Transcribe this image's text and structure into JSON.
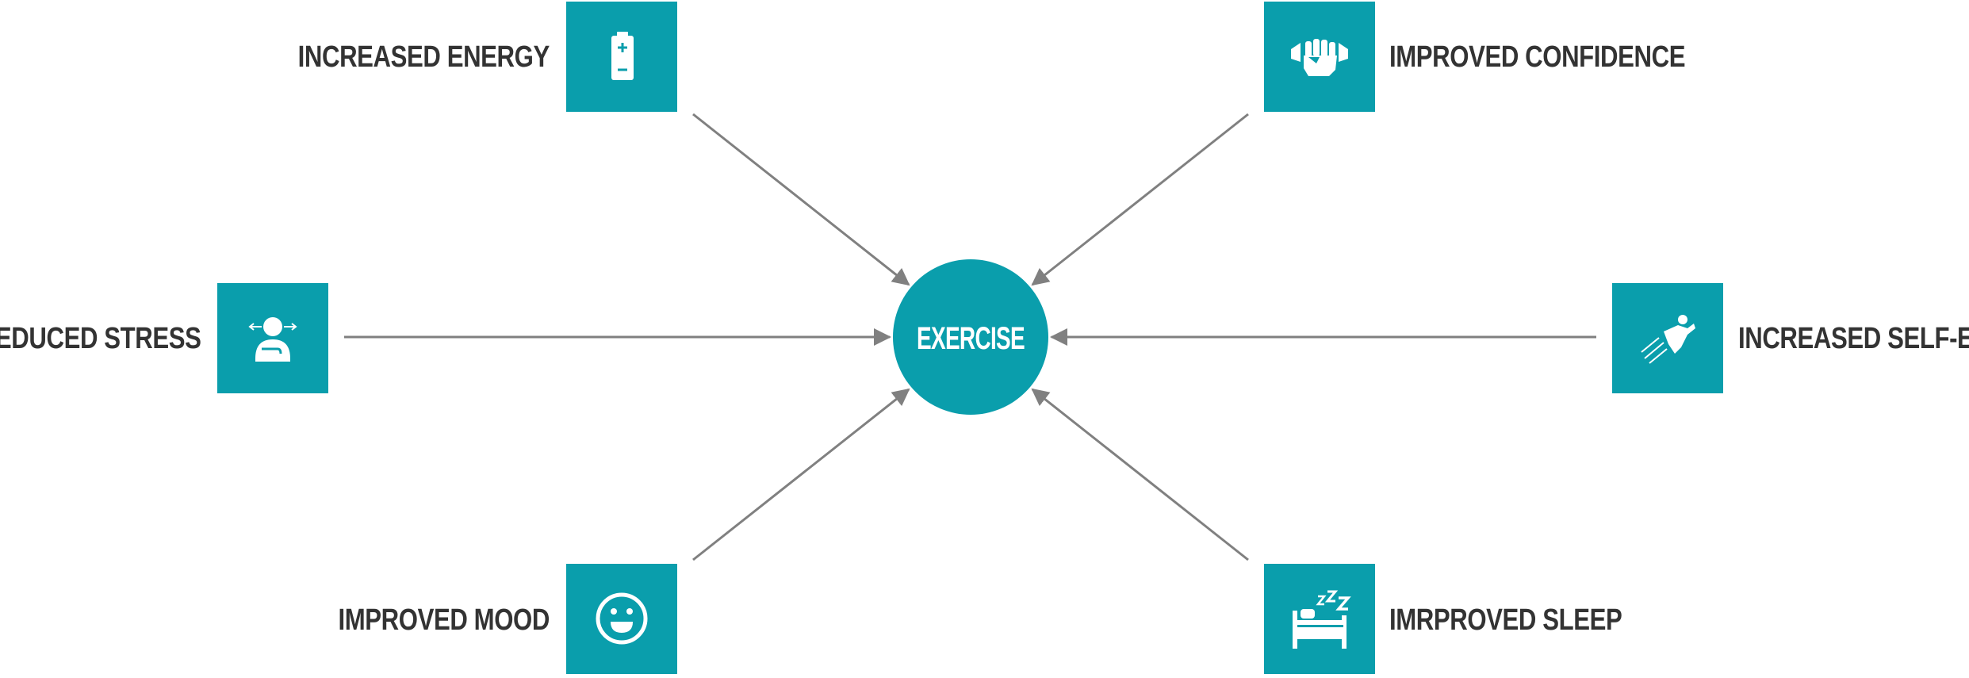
{
  "center": {
    "label": "EXERCISE"
  },
  "nodes": [
    {
      "id": "increased-energy",
      "label": "INCREASED ENERGY",
      "icon": "battery-icon"
    },
    {
      "id": "improved-confidence",
      "label": "IMPROVED CONFIDENCE",
      "icon": "raised-fist-icon"
    },
    {
      "id": "reduced-stress",
      "label": "REDUCED STRESS",
      "icon": "relaxed-person-icon"
    },
    {
      "id": "increased-self-esteem",
      "label": "INCREASED SELF-ESTEEM",
      "icon": "flying-hero-icon"
    },
    {
      "id": "improved-mood",
      "label": "IMPROVED MOOD",
      "icon": "smiley-face-icon"
    },
    {
      "id": "improved-sleep",
      "label": "IMRPROVED SLEEP",
      "icon": "bed-zzz-icon"
    }
  ],
  "colors": {
    "accent": "#0a9eac",
    "text": "#333333",
    "arrow": "#808080",
    "background": "#ffffff"
  }
}
